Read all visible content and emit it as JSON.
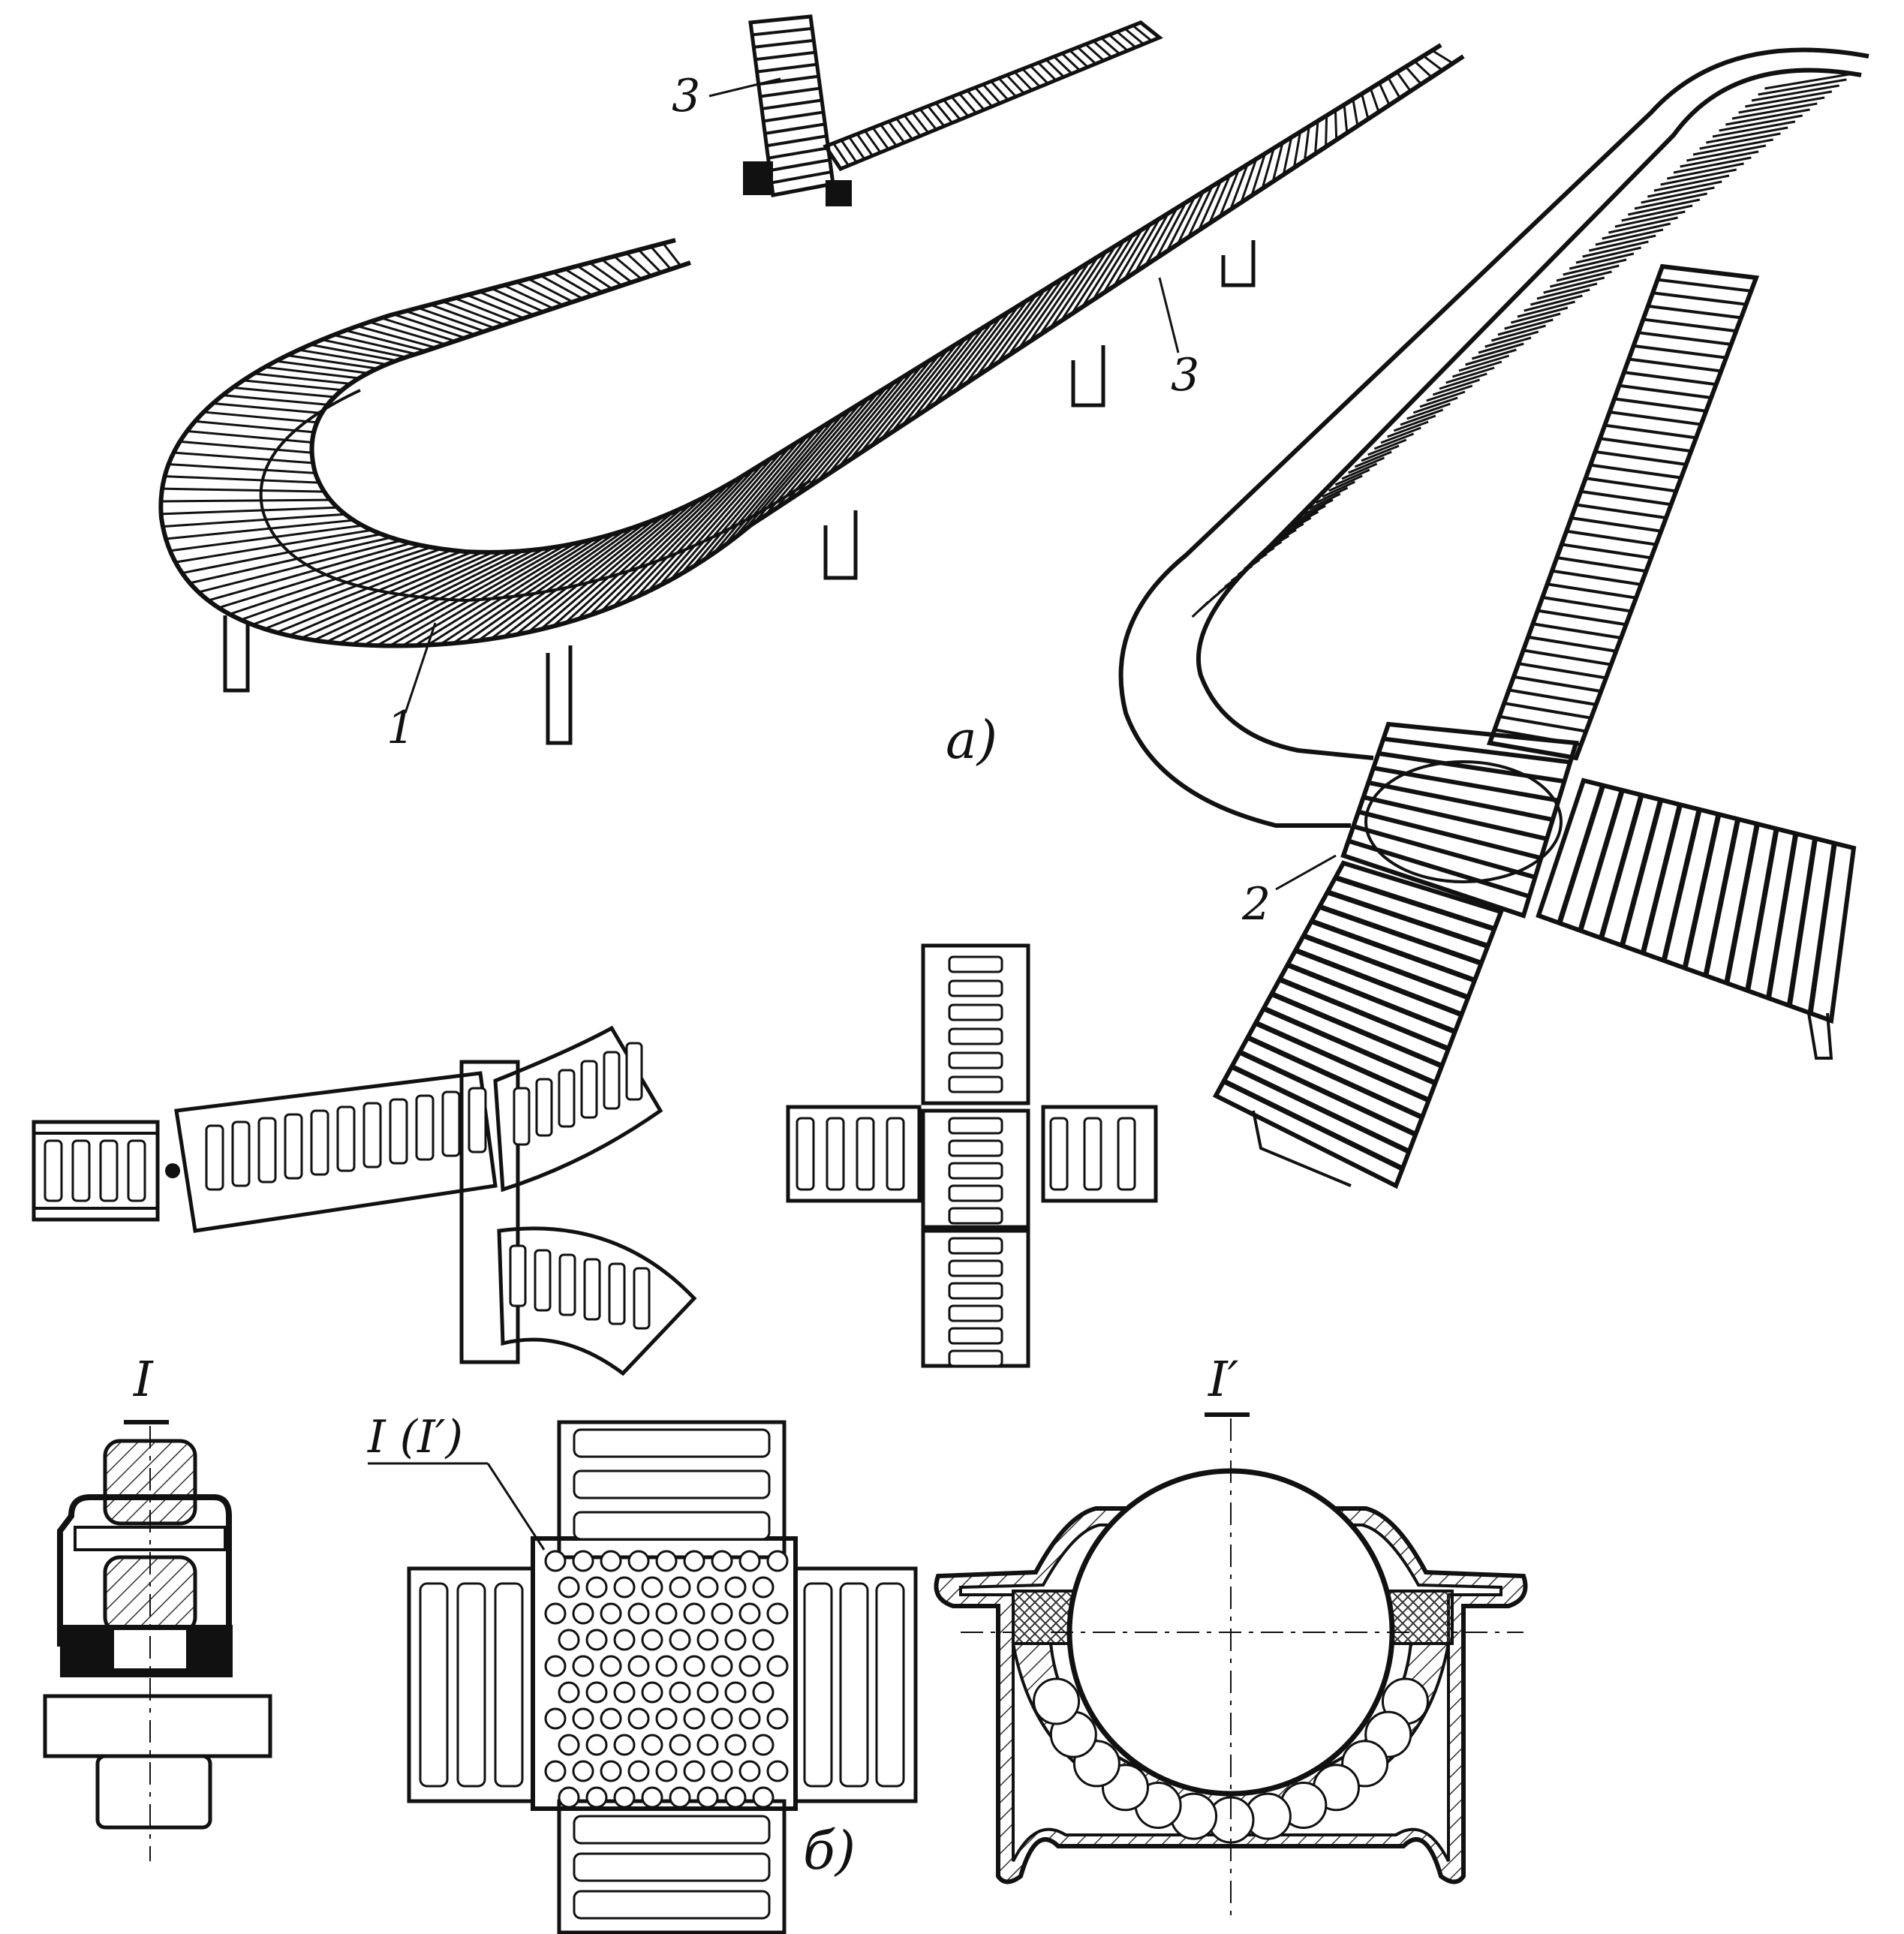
{
  "labels": {
    "callout_1": "1",
    "callout_2": "2",
    "callout_3a": "3",
    "callout_3b": "3",
    "panel_a": "а)",
    "panel_b": "б)",
    "section_I": "I",
    "section_I_prime": "I′",
    "section_I_IIprime": "I (I′)"
  },
  "colors": {
    "ink": "#111111",
    "paper": "#ffffff",
    "hatch": "#333333"
  }
}
